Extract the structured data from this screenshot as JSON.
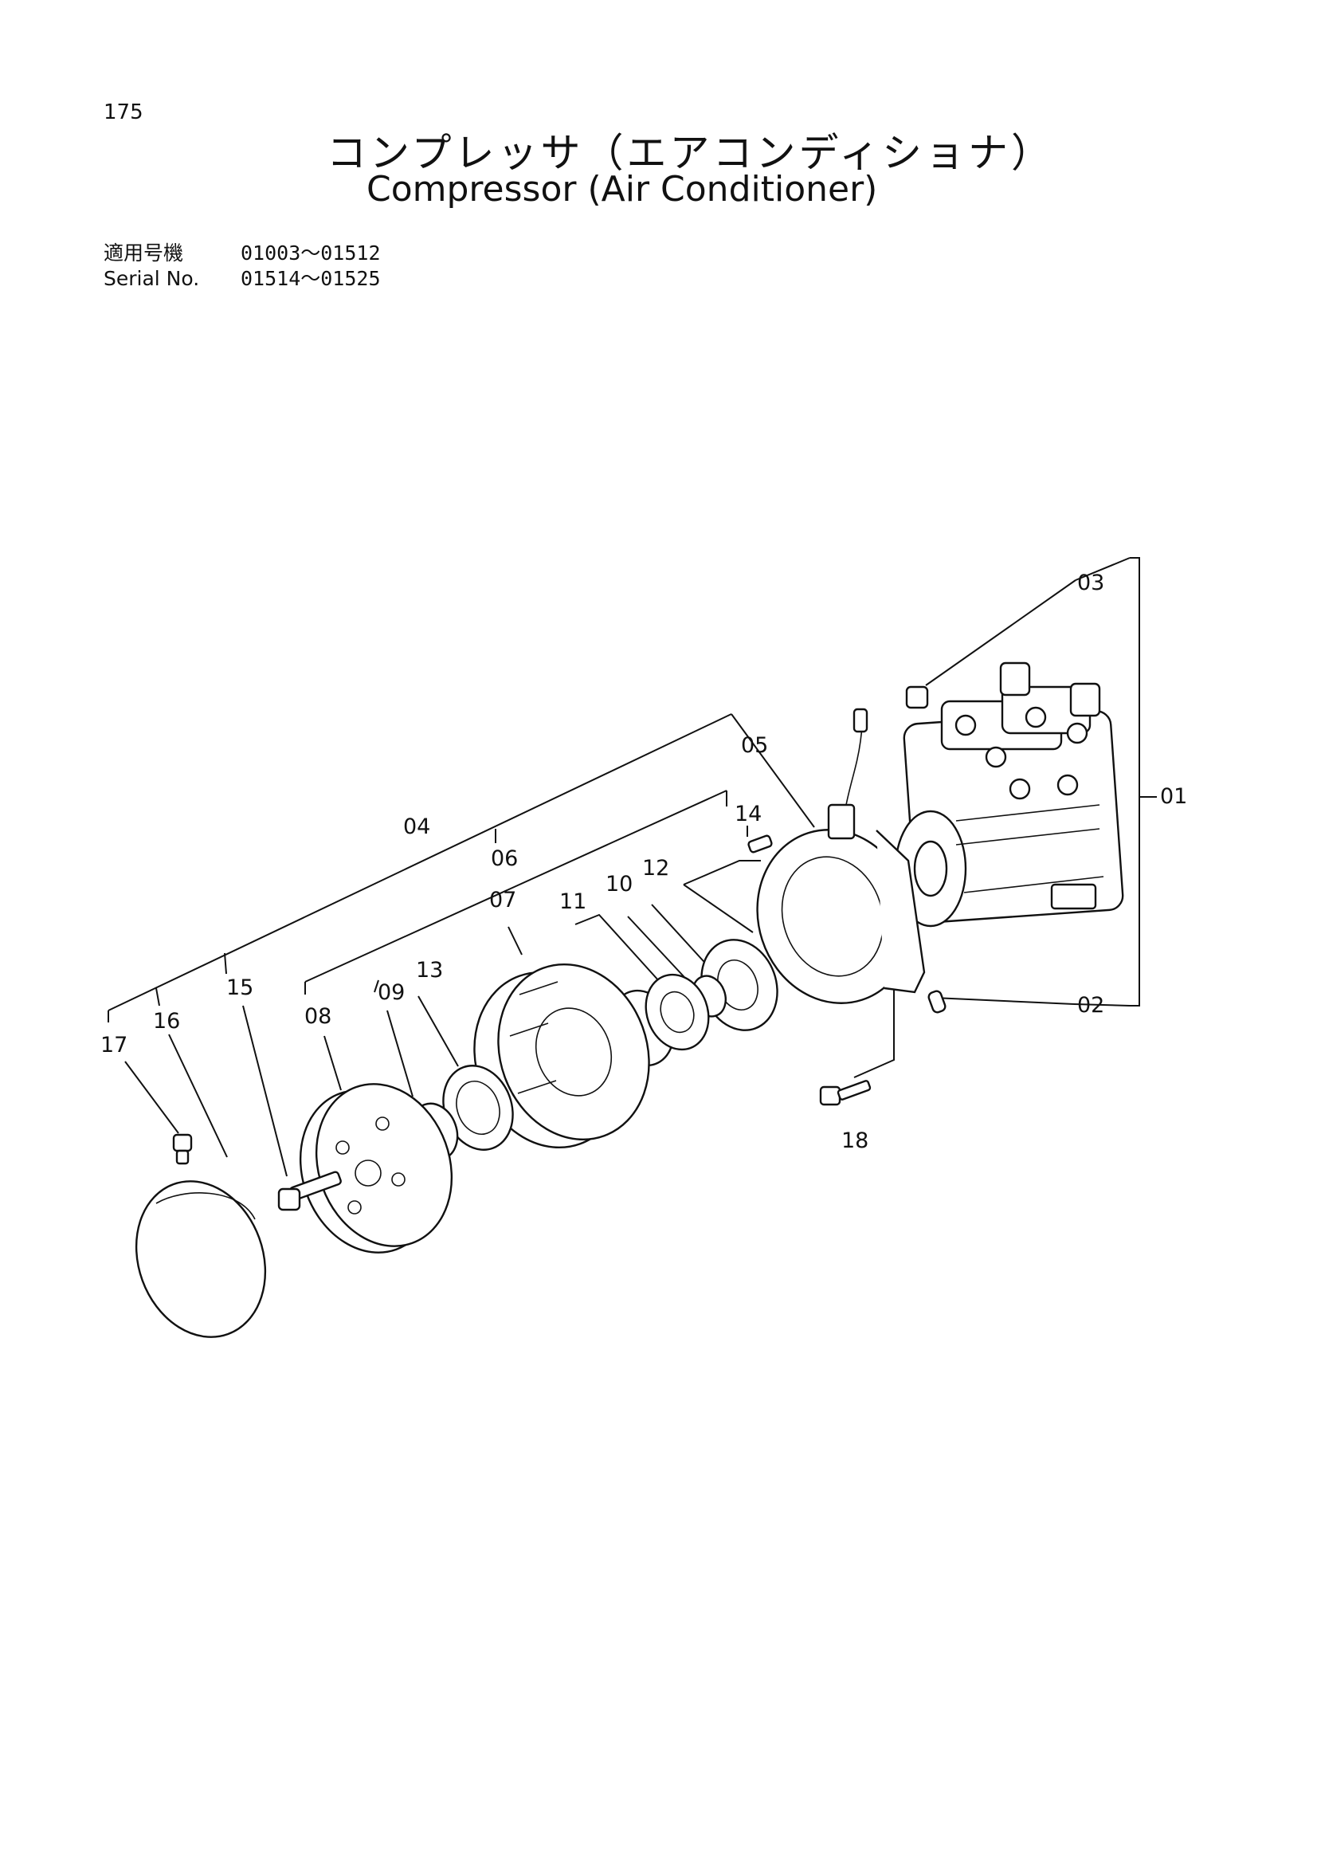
{
  "page": {
    "number": "175",
    "title_jp": "コンプレッサ（エアコンディショナ）",
    "title_en": "Compressor (Air Conditioner)"
  },
  "serial": {
    "label_jp": "適用号機",
    "label_en": "Serial No.",
    "range_1": "01003～01512",
    "range_2": "01514～01525"
  },
  "callouts": {
    "c01": "01",
    "c02": "02",
    "c03": "03",
    "c04": "04",
    "c05": "05",
    "c06": "06",
    "c07": "07",
    "c08": "08",
    "c09": "09",
    "c10": "10",
    "c11": "11",
    "c12": "12",
    "c13": "13",
    "c14": "14",
    "c15": "15",
    "c16": "16",
    "c17": "17",
    "c18": "18"
  }
}
